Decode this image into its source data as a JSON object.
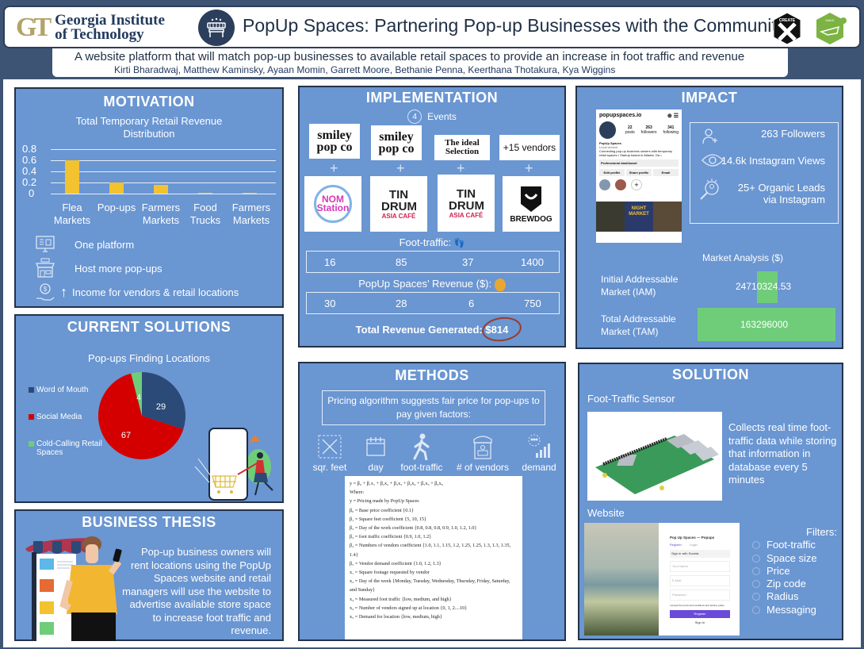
{
  "header": {
    "institution_line1": "Georgia Institute",
    "institution_line2": "of Technology",
    "institution_mark": "GT",
    "title": "PopUp Spaces: Partnering Pop-up Businesses with the Community",
    "createx_label": "CREATE X",
    "makerspace_label": "MAKE",
    "subtitle": "A website platform that will match pop-up businesses to available retail spaces to provide an increase in foot traffic and revenue",
    "authors": "Kirti Bharadwaj, Matthew Kaminsky, Ayaan Momin, Garrett Moore, Bethanie Penna, Keerthana Thotakura, Kya Wiggins"
  },
  "motivation": {
    "title": "MOTIVATION",
    "bullets": [
      {
        "icon": "monitor-dashboard-icon",
        "text": "One platform"
      },
      {
        "icon": "storefront-icon",
        "text": "Host  more pop-ups"
      },
      {
        "icon": "money-hand-icon",
        "arrow": "↑",
        "text": "Income for vendors & retail locations"
      }
    ]
  },
  "current_solutions": {
    "title": "CURRENT  SOLUTIONS"
  },
  "business_thesis": {
    "title": "BUSINESS THESIS",
    "text": "Pop-up business owners will rent locations using the PopUp Spaces website and retail managers will use the website to advertise available store space to increase foot traffic and revenue."
  },
  "implementation": {
    "title": "IMPLEMENTATION",
    "events_count": "4",
    "events_label": "Events",
    "vendors": [
      "smiley pop co",
      "smiley pop co",
      "The ideal Selection",
      "+15 vendors"
    ],
    "partners": [
      {
        "name": "NOM Station",
        "sub": ""
      },
      {
        "name": "TIN DRUM",
        "sub": "ASIA CAFÉ"
      },
      {
        "name": "TIN DRUM",
        "sub": "ASIA CAFÉ"
      },
      {
        "name": "BREWDOG",
        "sub": ""
      }
    ],
    "foot_traffic_label": "Foot-traffic:",
    "foot_traffic": [
      "16",
      "85",
      "37",
      "1400"
    ],
    "revenue_label": "PopUp Spaces’ Revenue ($):",
    "revenue": [
      "30",
      "28",
      "6",
      "750"
    ],
    "total_label": "Total Revenue Generated:",
    "total_value": "$814"
  },
  "impact": {
    "title": "IMPACT",
    "instagram": {
      "handle": "popupspaces.io",
      "posts": "22",
      "posts_label": "posts",
      "followers": "263",
      "followers_label": "followers",
      "following": "341",
      "following_label": "following",
      "name": "PopUp Spaces",
      "category": "Local service",
      "bio": "Connecting pop-up business owners with temporary retail spaces • Startup based in Atlanta, Ga •",
      "dashboard_label": "Professional dashboard",
      "buttons": [
        "Edit profile",
        "Share profile",
        "Email"
      ],
      "post_banner": "NIGHT MARKET"
    },
    "stats": [
      {
        "icon": "add-user-icon",
        "text": "263 Followers"
      },
      {
        "icon": "eye-icon",
        "text": "14.6k Instagram Views"
      },
      {
        "icon": "search-people-icon",
        "text": "25+ Organic Leads via Instagram"
      }
    ],
    "market_title": "Market Analysis ($)",
    "iam_label": "Initial Addressable Market (IAM)",
    "iam_value": "24710324.53",
    "tam_label": "Total Addressable Market (TAM)",
    "tam_value": "163296000"
  },
  "methods": {
    "title": "METHODS",
    "description": "Pricing algorithm suggests fair price for pop-ups to pay given factors:",
    "factors": [
      {
        "icon": "resize-icon",
        "label": "sqr. feet"
      },
      {
        "icon": "calendar-icon",
        "label": "day"
      },
      {
        "icon": "walking-icon",
        "label": "foot-traffic"
      },
      {
        "icon": "vendor-stall-icon",
        "label": "# of vendors"
      },
      {
        "icon": "demand-chart-icon",
        "label": "demand"
      }
    ],
    "formula": {
      "equation": "y = β₀ + β₁x₁ + β₂x₂ + β₃x₃ + β₄x₄ + β₅x₅ + β₆x₆",
      "where": "Where:",
      "lines": [
        "y = Pricing made by PopUp Spaces",
        "β₀ = Base price coefficient {0.1}",
        "β₁ = Square feet coefficient {5, 10, 15}",
        "β₂ = Day of the work coefficient {0.8, 0.8, 0.8, 0.9, 1.0, 1.2, 1.0}",
        "β₃ = foot traffic coefficient {0.9, 1.0, 1.2}",
        "β₄ = Numbers of vendors coefficient {1.0, 1.1, 1.15, 1.2, 1.25, 1.25, 1.3, 1.3, 1.35, 1.4}",
        "β₅ = Vendor demand  coefficient {1.0, 1.2, 1.3}",
        "x₁  = Square footage requested by vendor",
        "x₂ = Day of the week {Monday, Tuesday, Wednesday, Thursday, Friday, Saturday, and Sunday}",
        "x₃ = Measured foot traffic {low, medium, and high}",
        "x₄ = Number of vendors signed up at location {0, 1, 2....10}",
        "x₅ = Demand for location {low, medium, high}"
      ]
    }
  },
  "solution": {
    "title": "SOLUTION",
    "sensor_label": "Foot-Traffic Sensor",
    "sensor_desc": "Collects real time foot-traffic data while storing that information in database every 5 minutes",
    "website_label": "Website",
    "website_form": {
      "brand": "Pop Up Spaces — Popups",
      "tabs": [
        "Register",
        "Login"
      ],
      "social_label": "Sign in with Socials",
      "fields": [
        "Your Name",
        "E-Mail",
        "Password"
      ],
      "terms": "I accept the terms and conditions and privacy policy",
      "submit": "Register",
      "signin": "Sign In"
    },
    "filters_title": "Filters:",
    "filters": [
      "Foot-traffic",
      "Space size",
      "Price",
      "Zip code",
      "Radius",
      "Messaging"
    ]
  },
  "chart_data": [
    {
      "type": "bar",
      "title": "Total Temporary Retail Revenue Distribution",
      "categories": [
        "Flea Markets",
        "Pop-ups",
        "Farmers Markets",
        "Food Trucks",
        "Farmers Markets"
      ],
      "values": [
        0.6,
        0.2,
        0.16,
        0.01,
        0.01
      ],
      "xlabel": "",
      "ylabel": "",
      "ylim": [
        0,
        0.8
      ],
      "yticks": [
        "0",
        "0.2",
        "0.4",
        "0.6",
        "0.8"
      ],
      "grid": true,
      "color": "#f2c230"
    },
    {
      "type": "pie",
      "title": "Pop-ups Finding Locations",
      "categories": [
        "Word of Mouth",
        "Social Media",
        "Cold-Calling Retail Spaces"
      ],
      "values": [
        29,
        67,
        4
      ],
      "colors": [
        "#2b4a78",
        "#d40000",
        "#6fcd7a"
      ],
      "legend_position": "left"
    },
    {
      "type": "bar",
      "title": "Market Analysis ($)",
      "categories": [
        "Initial Addressable Market (IAM)",
        "Total Addressable Market (TAM)"
      ],
      "values": [
        24710324.53,
        163296000
      ],
      "orientation": "horizontal-funnel",
      "color": "#6fcd7a"
    }
  ]
}
